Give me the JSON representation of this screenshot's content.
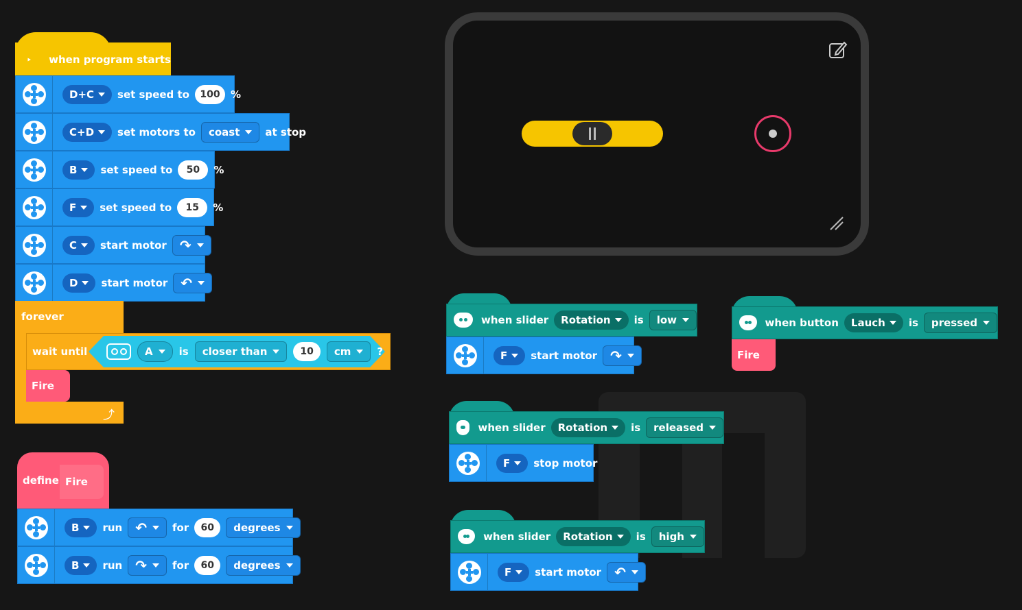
{
  "stack1": {
    "hat": "when program starts",
    "b1": {
      "port": "D+C",
      "text": "set speed to",
      "value": "100",
      "unit": "%"
    },
    "b2": {
      "port": "C+D",
      "text": "set motors to",
      "mode": "coast",
      "suffix": "at stop"
    },
    "b3": {
      "port": "B",
      "text": "set speed to",
      "value": "50",
      "unit": "%"
    },
    "b4": {
      "port": "F",
      "text": "set speed to",
      "value": "15",
      "unit": "%"
    },
    "b5": {
      "port": "C",
      "text": "start motor",
      "dir": "↷"
    },
    "b6": {
      "port": "D",
      "text": "start motor",
      "dir": "↶"
    },
    "forever": "forever",
    "wait": {
      "label": "wait until",
      "port": "A",
      "is": "is",
      "cmp": "closer than",
      "value": "10",
      "unit": "cm",
      "q": "?"
    },
    "fire": "Fire",
    "loop_arrow": "⤴"
  },
  "define": {
    "label": "define",
    "name": "Fire",
    "r1": {
      "port": "B",
      "run": "run",
      "dir": "↶",
      "for": "for",
      "value": "60",
      "unit": "degrees"
    },
    "r2": {
      "port": "B",
      "run": "run",
      "dir": "↷",
      "for": "for",
      "value": "60",
      "unit": "degrees"
    }
  },
  "ev1": {
    "when": "when slider",
    "slider": "Rotation",
    "is": "is",
    "state": "low",
    "port": "F",
    "action": "start motor",
    "dir": "↷"
  },
  "ev2": {
    "when": "when slider",
    "slider": "Rotation",
    "is": "is",
    "state": "released",
    "port": "F",
    "action": "stop motor"
  },
  "ev3": {
    "when": "when slider",
    "slider": "Rotation",
    "is": "is",
    "state": "high",
    "port": "F",
    "action": "start motor",
    "dir": "↶"
  },
  "ev4": {
    "when": "when button",
    "button": "Lauch",
    "is": "is",
    "state": "pressed",
    "call": "Fire"
  },
  "colors": {
    "blue": "#2196f0",
    "teal": "#129a8e",
    "yellow": "#f6c500",
    "orange": "#fbad17",
    "pink": "#ff5a78",
    "ring": "#e83a6b"
  },
  "slider_level": 0.5
}
